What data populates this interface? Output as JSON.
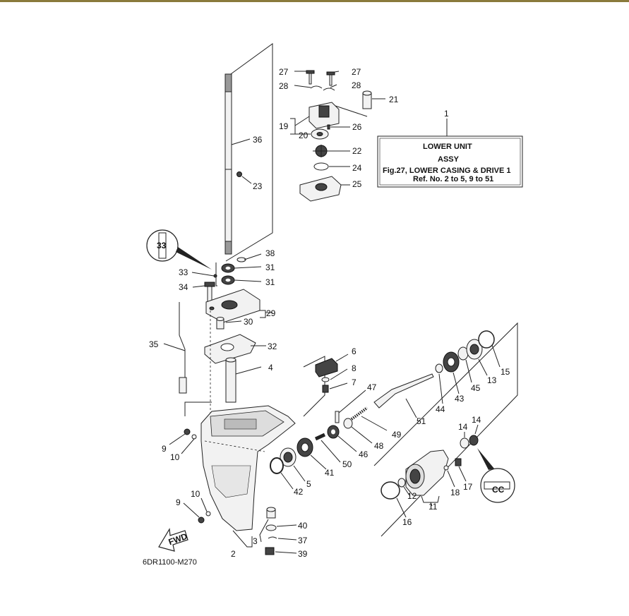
{
  "diagram": {
    "title_box": {
      "ref": "1",
      "line1": "LOWER  UNIT",
      "line2": "ASSY",
      "line3": "Fig.27, LOWER CASING & DRIVE 1",
      "line4": "Ref. No. 2 to 5, 9 to 51"
    },
    "figure_code": "6DR1100-M270",
    "fwd_label": "FWD",
    "grease_mark_upper": "33",
    "grease_mark_lower": "CC",
    "callouts": {
      "c27a": "27",
      "c27b": "27",
      "c28a": "28",
      "c28b": "28",
      "c21": "21",
      "c19": "19",
      "c20": "20",
      "c26": "26",
      "c22": "22",
      "c24": "24",
      "c25": "25",
      "c36": "36",
      "c23": "23",
      "c38": "38",
      "c33": "33",
      "c31a": "31",
      "c31b": "31",
      "c34": "34",
      "c29": "29",
      "c30": "30",
      "c35": "35",
      "c32": "32",
      "c4": "4",
      "c6": "6",
      "c8": "8",
      "c7": "7",
      "c47": "47",
      "c49": "49",
      "c48": "48",
      "c46": "46",
      "c50": "50",
      "c41": "41",
      "c5": "5",
      "c42": "42",
      "c51": "51",
      "c44": "44",
      "c43": "43",
      "c45": "45",
      "c13": "13",
      "c15": "15",
      "c14a": "14",
      "c14b": "14",
      "c17": "17",
      "c18": "18",
      "c12": "12",
      "c11": "11",
      "c16": "16",
      "c9a": "9",
      "c10a": "10",
      "c9b": "9",
      "c10b": "10",
      "c40": "40",
      "c37": "37",
      "c39": "39",
      "c3": "3",
      "c2": "2"
    }
  }
}
